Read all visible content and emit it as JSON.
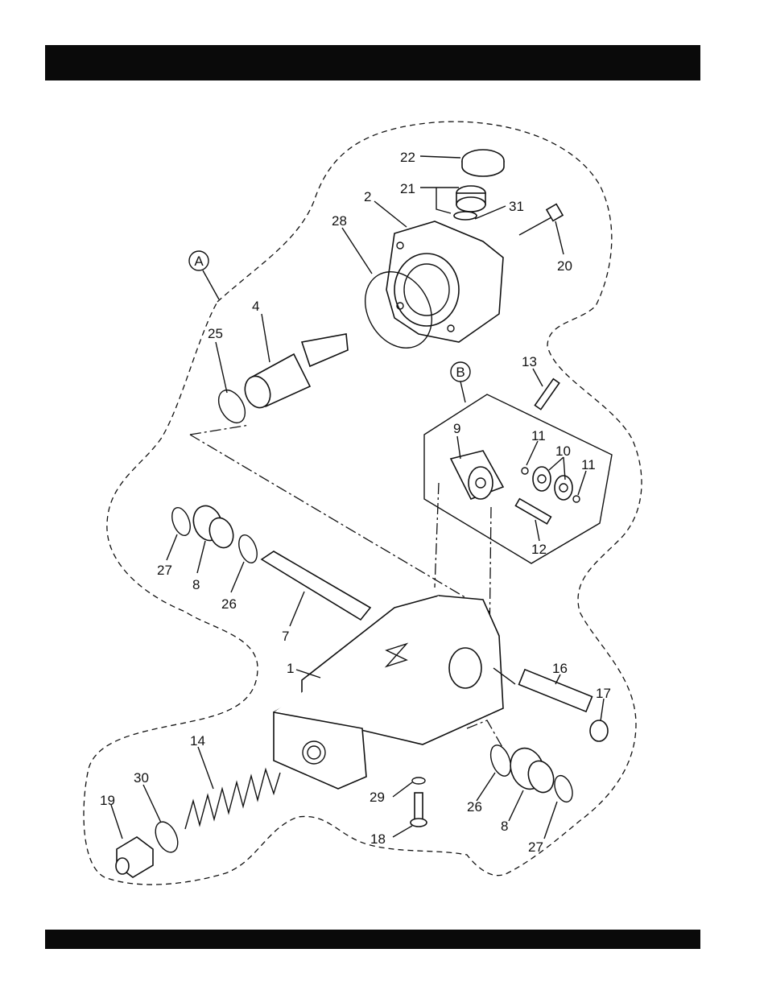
{
  "colors": {
    "ink": "#111111",
    "bar": "#0a0a0a",
    "paper": "#ffffff"
  },
  "header": {
    "title": ""
  },
  "footer": {
    "text": ""
  },
  "diagram": {
    "group_labels": [
      "A",
      "B"
    ],
    "callouts": [
      "22",
      "21",
      "31",
      "2",
      "28",
      "20",
      "4",
      "25",
      "13",
      "9",
      "11",
      "10",
      "11",
      "27",
      "8",
      "26",
      "12",
      "7",
      "1",
      "16",
      "17",
      "14",
      "30",
      "19",
      "29",
      "26",
      "8",
      "27",
      "18"
    ]
  }
}
